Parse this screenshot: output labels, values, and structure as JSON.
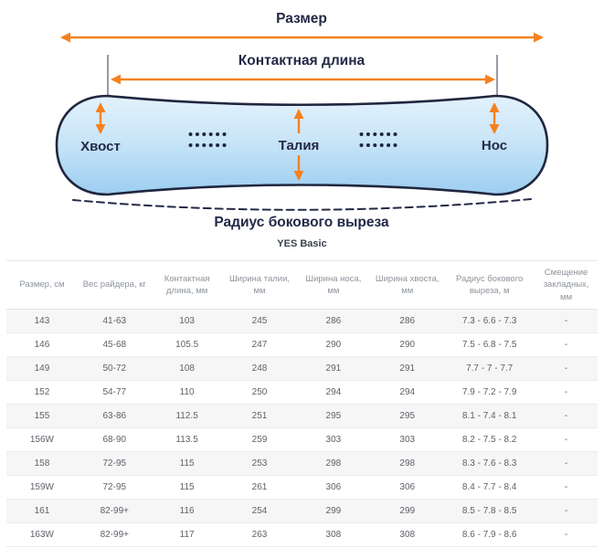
{
  "diagram": {
    "size_label": "Размер",
    "contact_length_label": "Контактная длина",
    "tail_label": "Хвост",
    "waist_label": "Талия",
    "nose_label": "Нос",
    "sidecut_label": "Радиус бокового выреза",
    "colors": {
      "arrow_orange": "#F5821F",
      "outline_navy": "#20263F",
      "board_blue_light": "#E3F2FC",
      "board_blue": "#9CCEF0"
    }
  },
  "table": {
    "title": "YES Basic",
    "headers": [
      "Размер, см",
      "Вес райдера, кг",
      "Контактная длина, мм",
      "Ширина талии, мм",
      "Ширина носа, мм",
      "Ширина хвоста, мм",
      "Радиус бокового выреза, м",
      "Смещение закладных, мм"
    ],
    "rows": [
      [
        "143",
        "41-63",
        "103",
        "245",
        "286",
        "286",
        "7.3 - 6.6 - 7.3",
        "-"
      ],
      [
        "146",
        "45-68",
        "105.5",
        "247",
        "290",
        "290",
        "7.5 - 6.8 - 7.5",
        "-"
      ],
      [
        "149",
        "50-72",
        "108",
        "248",
        "291",
        "291",
        "7.7 - 7 - 7.7",
        "-"
      ],
      [
        "152",
        "54-77",
        "110",
        "250",
        "294",
        "294",
        "7.9 - 7.2 - 7.9",
        "-"
      ],
      [
        "155",
        "63-86",
        "112.5",
        "251",
        "295",
        "295",
        "8.1 - 7.4 - 8.1",
        "-"
      ],
      [
        "156W",
        "68-90",
        "113.5",
        "259",
        "303",
        "303",
        "8.2 - 7.5 - 8.2",
        "-"
      ],
      [
        "158",
        "72-95",
        "115",
        "253",
        "298",
        "298",
        "8.3 - 7.6 - 8.3",
        "-"
      ],
      [
        "159W",
        "72-95",
        "115",
        "261",
        "306",
        "306",
        "8.4 - 7.7 - 8.4",
        "-"
      ],
      [
        "161",
        "82-99+",
        "116",
        "254",
        "299",
        "299",
        "8.5 - 7.8 - 8.5",
        "-"
      ],
      [
        "163W",
        "82-99+",
        "117",
        "263",
        "308",
        "308",
        "8.6 - 7.9 - 8.6",
        "-"
      ]
    ]
  }
}
